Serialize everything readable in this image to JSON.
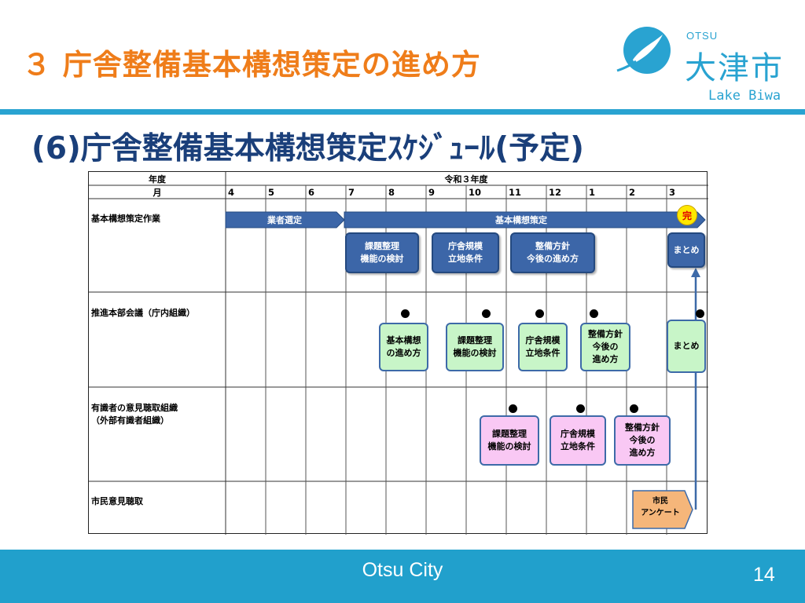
{
  "header": {
    "title": "３ 庁舎整備基本構想策定の進め方",
    "logo": {
      "latin": "OTSU",
      "kanji": "大津市",
      "tagline": "Lake Biwa"
    },
    "colors": {
      "title": "#ef7d1a",
      "accent": "#29a3d1",
      "navy": "#1a3f7a"
    }
  },
  "subtitle": "(6)庁舎整備基本構想策定ｽｹｼﾞｭｰﾙ(予定)",
  "schedule": {
    "year_header": "年度",
    "month_header": "月",
    "fiscal_year": "令和３年度",
    "months": [
      "4",
      "5",
      "6",
      "7",
      "8",
      "9",
      "10",
      "11",
      "12",
      "1",
      "2",
      "3"
    ],
    "rows": [
      {
        "label": "基本構想策定作業"
      },
      {
        "label": "推進本部会議（庁内組織）"
      },
      {
        "label": "有識者の意見聴取組織\n（外部有識者組織）"
      },
      {
        "label": "市民意見聴取"
      }
    ],
    "phases": {
      "vendor_selection": "業者選定",
      "concept_drafting": "基本構想策定",
      "complete_badge": "完"
    },
    "work_tasks": [
      "課題整理\n機能の検討",
      "庁舎規模\n立地条件",
      "整備方針\n今後の進め方",
      "まとめ"
    ],
    "hq_meetings": [
      "基本構想\nの進め方",
      "課題整理\n機能の検討",
      "庁舎規模\n立地条件",
      "整備方針\n今後の\n進め方",
      "まとめ"
    ],
    "expert_meetings": [
      "課題整理\n機能の検討",
      "庁舎規模\n立地条件",
      "整備方針\n今後の\n進め方"
    ],
    "citizen_hearing": "市民\nアンケート"
  },
  "footer": {
    "text": "Otsu City",
    "page_number": "14"
  }
}
